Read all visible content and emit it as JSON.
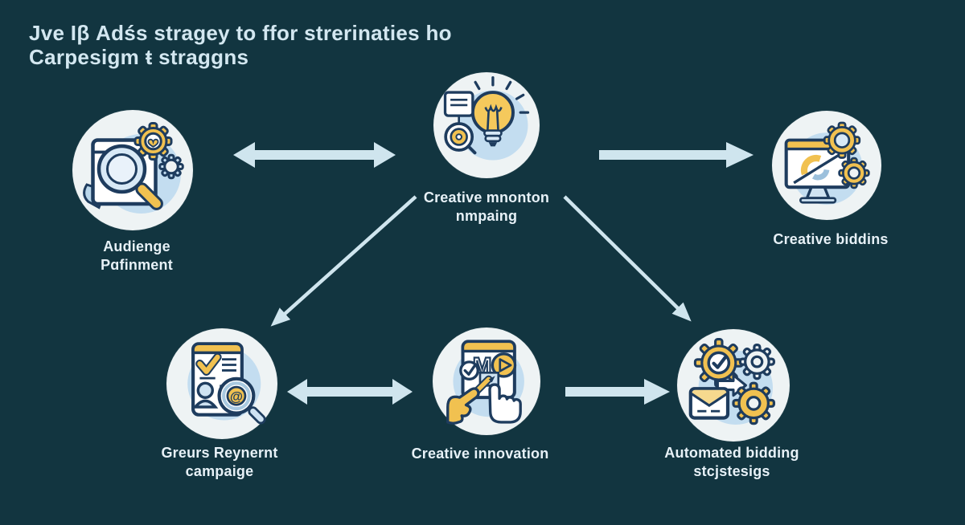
{
  "title": {
    "line1": "Jve Iβ Adśs stragey to ffor strerinaties ho",
    "line2": "Carpesigm ŧ straggns"
  },
  "nodes": {
    "audience_refinement": {
      "line1": "Audienge",
      "line2": "Pɑfinment",
      "icon": "magnifier-browser-heart-gear-icon"
    },
    "creative_monitoring": {
      "line1": "Creative mnonton",
      "line2": "nmpaing",
      "icon": "lightbulb-idea-icon"
    },
    "creative_bidding": {
      "line1": "Creative biddins",
      "icon": "monitor-gears-icon"
    },
    "grants_payment_campaign": {
      "line1": "Greurs Reynernt",
      "line2": "campaige",
      "icon": "document-at-magnifier-icon"
    },
    "creative_innovation": {
      "line1": "Creative innovation",
      "icon": "hand-drawing-tablet-icon"
    },
    "automated_bidding": {
      "line1": "Automated bidding",
      "line2": "stcjstesigs",
      "icon": "gears-envelope-check-icon"
    }
  },
  "connections": [
    {
      "from": "audience_refinement",
      "to": "creative_monitoring",
      "style": "double-headed-block-arrow"
    },
    {
      "from": "creative_monitoring",
      "to": "creative_bidding",
      "style": "single-headed-block-arrow"
    },
    {
      "from": "creative_monitoring",
      "to": "grants_payment_campaign",
      "style": "thin-diagonal-arrow"
    },
    {
      "from": "creative_monitoring",
      "to": "automated_bidding",
      "style": "thin-diagonal-arrow"
    },
    {
      "from": "grants_payment_campaign",
      "to": "creative_innovation",
      "style": "double-headed-block-arrow"
    },
    {
      "from": "creative_innovation",
      "to": "automated_bidding",
      "style": "single-headed-block-arrow"
    }
  ],
  "colors": {
    "background": "#123540",
    "arrow": "#cfe5ee",
    "title_text": "#d3e7f0",
    "label_text": "#e7f1f7",
    "node_circle_fill": "#eef3f4",
    "icon_accent_blue": "#c3ddf0",
    "icon_accent_yellow": "#f1c150",
    "icon_outline_navy": "#1e3c5e"
  }
}
